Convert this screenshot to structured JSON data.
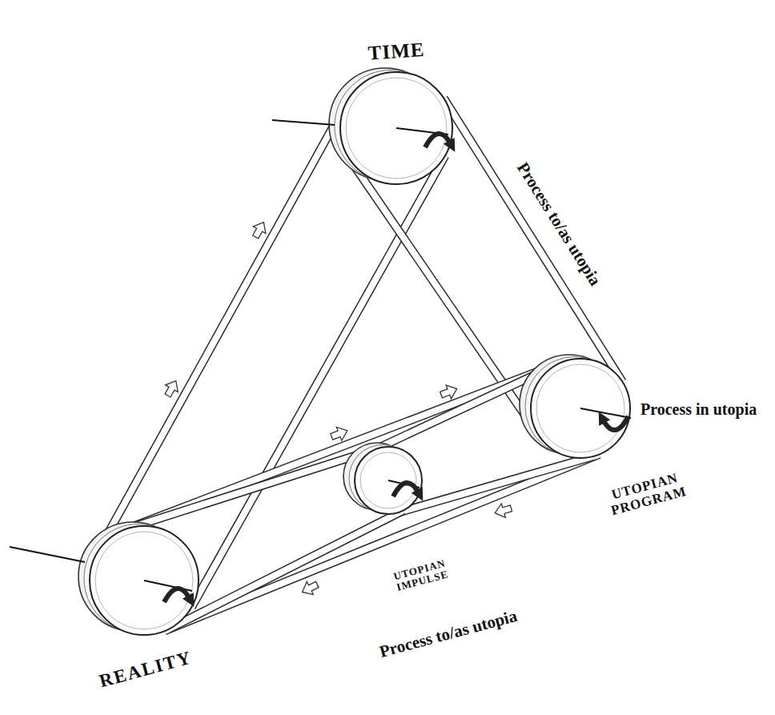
{
  "diagram": {
    "nodes": [
      {
        "text": [
          "TIME"
        ]
      },
      {
        "text": [
          "UTOPIAN PROGRAM"
        ]
      },
      {
        "text": [
          "UTOPIAN IMPULSE"
        ]
      },
      {
        "text": [
          "REALITY"
        ]
      }
    ],
    "edges": [
      {
        "from": 3,
        "to": 0,
        "arrow": "to"
      },
      {
        "from": 0,
        "to": 1,
        "arrow": "none",
        "label": "Process to/as utopia"
      },
      {
        "from": 3,
        "to": 1,
        "arrow": "to"
      },
      {
        "from": 1,
        "to": 2,
        "arrow": "to"
      },
      {
        "from": 2,
        "to": 3,
        "arrow": "to",
        "label": "Process to/as utopia"
      }
    ],
    "labels": [
      "Process in utopia"
    ]
  }
}
